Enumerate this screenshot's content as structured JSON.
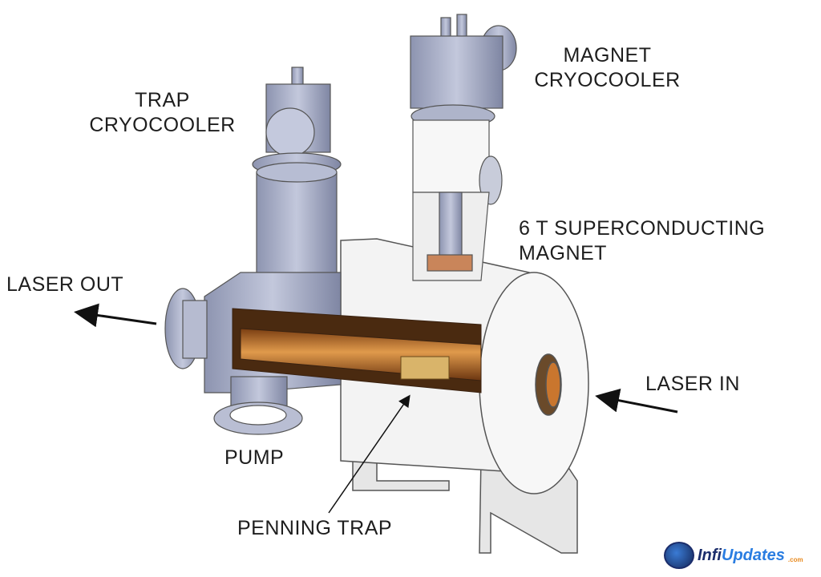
{
  "labels": {
    "trap_cryocooler": [
      "TRAP",
      "CRYOCOOLER"
    ],
    "magnet_cryocooler": [
      "MAGNET",
      "CRYOCOOLER"
    ],
    "magnet": [
      "6 T SUPERCONDUCTING",
      "MAGNET"
    ],
    "laser_out": "LASER OUT",
    "laser_in": "LASER IN",
    "pump": "PUMP",
    "penning_trap": "PENNING TRAP"
  },
  "watermark": {
    "brand_a": "Infi",
    "brand_b": "Updates",
    "suffix": ".com"
  },
  "colors": {
    "metal": "#a9b0c9",
    "copper": "#c9762e",
    "body": "#f4f4f4",
    "text": "#1e1e1e"
  }
}
